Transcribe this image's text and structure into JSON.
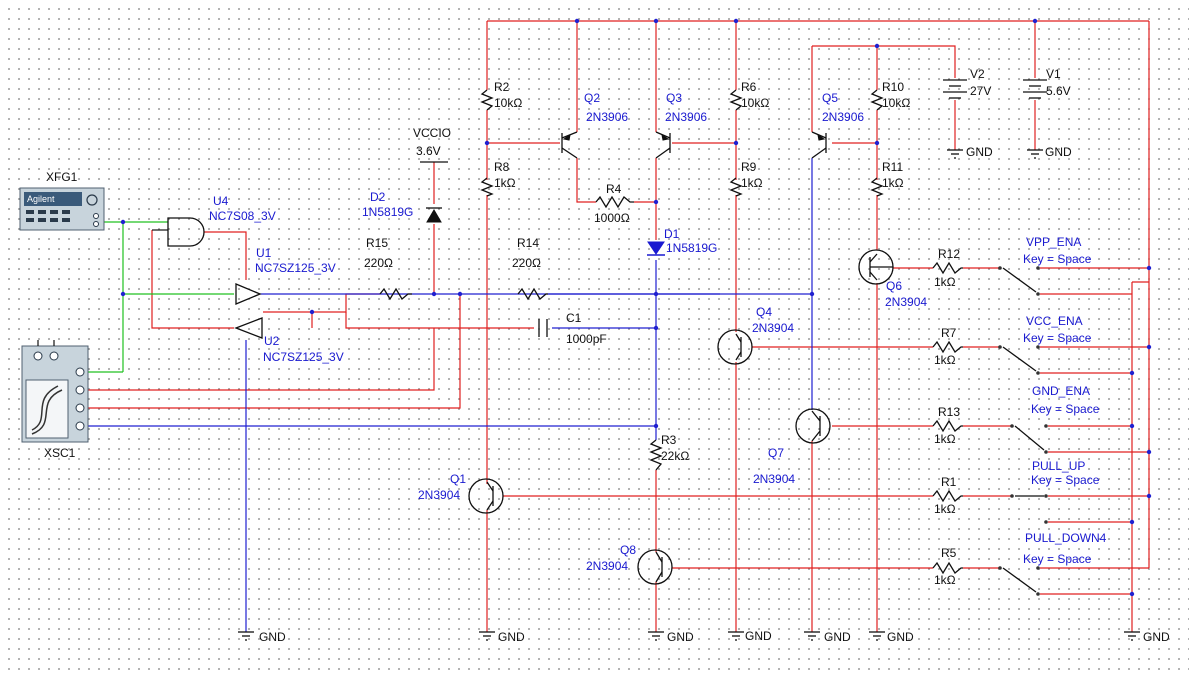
{
  "instruments": {
    "fg_ref": "XFG1",
    "fg_brand": "Agilent",
    "scope_ref": "XSC1"
  },
  "gates": {
    "u4_ref": "U4",
    "u4_val": "NC7S08_3V",
    "u1_ref": "U1",
    "u1_val": "NC7SZ125_3V",
    "u2_ref": "U2",
    "u2_val": "NC7SZ125_3V"
  },
  "supply": {
    "vccio_name": "VCCIO",
    "vccio_val": "3.6V"
  },
  "diodes": {
    "d2_ref": "D2",
    "d2_val": "1N5819G",
    "d1_ref": "D1",
    "d1_val": "1N5819G"
  },
  "resistors": {
    "r15_ref": "R15",
    "r15_val": "220Ω",
    "r14_ref": "R14",
    "r14_val": "220Ω",
    "r2_ref": "R2",
    "r2_val": "10kΩ",
    "r8_ref": "R8",
    "r8_val": "1kΩ",
    "r4_ref": "R4",
    "r4_val": "1000Ω",
    "r6_ref": "R6",
    "r6_val": "10kΩ",
    "r9_ref": "R9",
    "r9_val": "1kΩ",
    "r10_ref": "R10",
    "r10_val": "10kΩ",
    "r11_ref": "R11",
    "r11_val": "1kΩ",
    "r3_ref": "R3",
    "r3_val": "22kΩ",
    "r12_ref": "R12",
    "r12_val": "1kΩ",
    "r7_ref": "R7",
    "r7_val": "1kΩ",
    "r13_ref": "R13",
    "r13_val": "1kΩ",
    "r1_ref": "R1",
    "r1_val": "1kΩ",
    "r5_ref": "R5",
    "r5_val": "1kΩ"
  },
  "capacitors": {
    "c1_ref": "C1",
    "c1_val": "1000pF"
  },
  "transistors": {
    "q2_ref": "Q2",
    "q2_val": "2N3906",
    "q3_ref": "Q3",
    "q3_val": "2N3906",
    "q5_ref": "Q5",
    "q5_val": "2N3906",
    "q6_ref": "Q6",
    "q6_val": "2N3904",
    "q4_ref": "Q4",
    "q4_val": "2N3904",
    "q7_ref": "Q7",
    "q7_val": "2N3904",
    "q1_ref": "Q1",
    "q1_val": "2N3904",
    "q8_ref": "Q8",
    "q8_val": "2N3904"
  },
  "sources": {
    "v2_ref": "V2",
    "v2_val": "27V",
    "v1_ref": "V1",
    "v1_val": "5.6V"
  },
  "switches": {
    "s1_name": "VPP_ENA",
    "s1_key": "Key = Space",
    "s2_name": "VCC_ENA",
    "s2_key": "Key = Space",
    "s3_name": "GND_ENA",
    "s3_key": "Key = Space",
    "s4_name": "PULL_UP",
    "s4_key": "Key = Space",
    "s5_name": "PULL_DOWN4",
    "s5_key": "Key = Space"
  },
  "ground_label": "GND"
}
